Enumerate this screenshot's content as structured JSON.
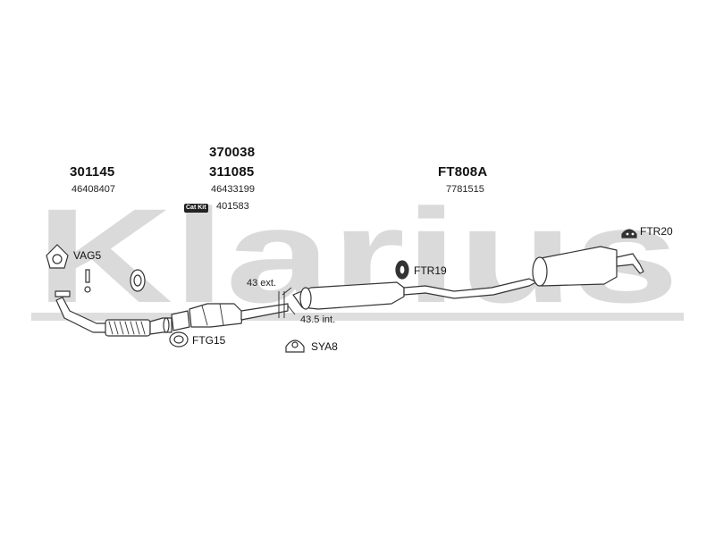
{
  "watermark": {
    "text": "Klarius",
    "color": "#d4d4d4"
  },
  "parts": {
    "front_pipe": {
      "part_number": "301145",
      "oe_number": "46408407"
    },
    "catalyst": {
      "part_number_primary": "370038",
      "part_number_secondary": "311085",
      "oe_number": "46433199",
      "cat_kit_label": "Cat Kit",
      "cat_kit_number": "401583"
    },
    "rear_system": {
      "part_number": "FT808A",
      "oe_number": "7781515"
    }
  },
  "fittings": {
    "vag": "VAG5",
    "ftg": "FTG15",
    "sya": "SYA8",
    "ftr19": "FTR19",
    "ftr20": "FTR20"
  },
  "dimensions": {
    "ext": "43 ext.",
    "int": "43.5 int."
  },
  "colors": {
    "line": "#333333",
    "fill": "#ffffff"
  }
}
